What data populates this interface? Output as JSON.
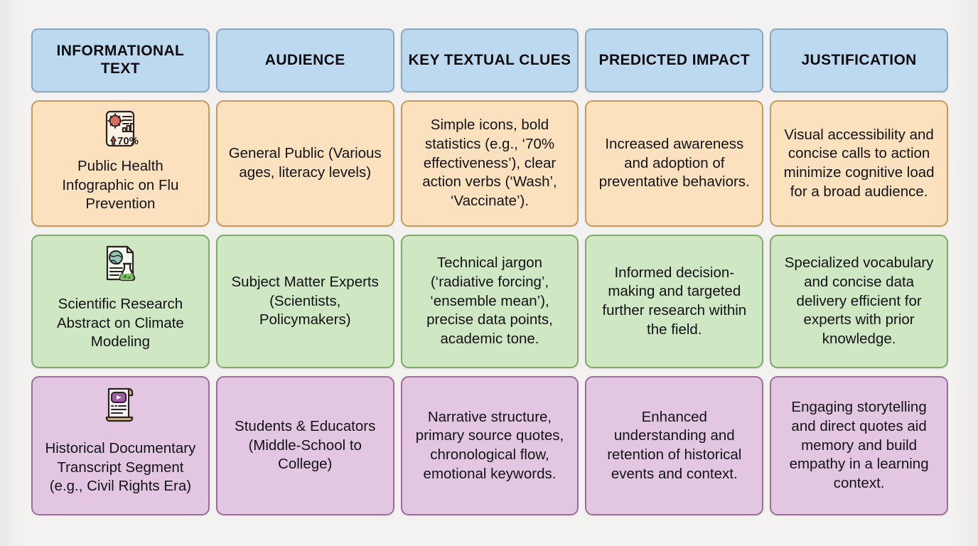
{
  "table": {
    "headers": [
      {
        "label": "INFORMATIONAL\nTEXT"
      },
      {
        "label": "AUDIENCE"
      },
      {
        "label": "KEY TEXTUAL\nCLUES"
      },
      {
        "label": "PREDICTED\nIMPACT"
      },
      {
        "label": "JUSTIFICATION"
      }
    ],
    "rows": [
      {
        "accent": "#fbe1bd",
        "border": "#c79a5f",
        "icon": "infographic-virus-statistics-icon",
        "icon_label": "70%",
        "text": "Public Health Infographic on Flu Prevention",
        "audience": "General Public (Various ages, literacy levels)",
        "clues": "Simple icons, bold statistics (e.g., ‘70% effectiveness’), clear action verbs (‘Wash’, ‘Vaccinate’).",
        "impact": "Increased awareness and adoption of preventative behaviors.",
        "justification": "Visual accessibility and concise calls to action minimize cognitive load for a broad audience."
      },
      {
        "accent": "#cfe7c2",
        "border": "#7faa6c",
        "icon": "research-document-globe-flask-icon",
        "icon_label": "",
        "text": "Scientific Research Abstract on Climate Modeling",
        "audience": "Subject Matter Experts (Scientists, Policymakers)",
        "clues": "Technical jargon (‘radiative forcing’, ‘ensemble mean’), precise data points, academic tone.",
        "impact": "Informed decision-making and targeted further research within the field.",
        "justification": "Specialized vocabulary and concise data delivery efficient for experts with prior knowledge."
      },
      {
        "accent": "#e3c7e2",
        "border": "#9f6d9c",
        "icon": "scroll-video-transcript-icon",
        "icon_label": "",
        "text": "Historical Documentary Transcript Segment (e.g., Civil Rights Era)",
        "audience": "Students & Educators (Middle-School to College)",
        "clues": "Narrative structure, primary source quotes, chronological flow, emotional keywords.",
        "impact": "Enhanced understanding and retention of historical events and context.",
        "justification": "Engaging storytelling and direct quotes aid memory and build empathy in a learning context."
      }
    ]
  },
  "colors": {
    "background": "#f2f1ef",
    "header_fill": "#bdd9f0",
    "header_border": "#8aa9c4",
    "text": "#131317"
  }
}
